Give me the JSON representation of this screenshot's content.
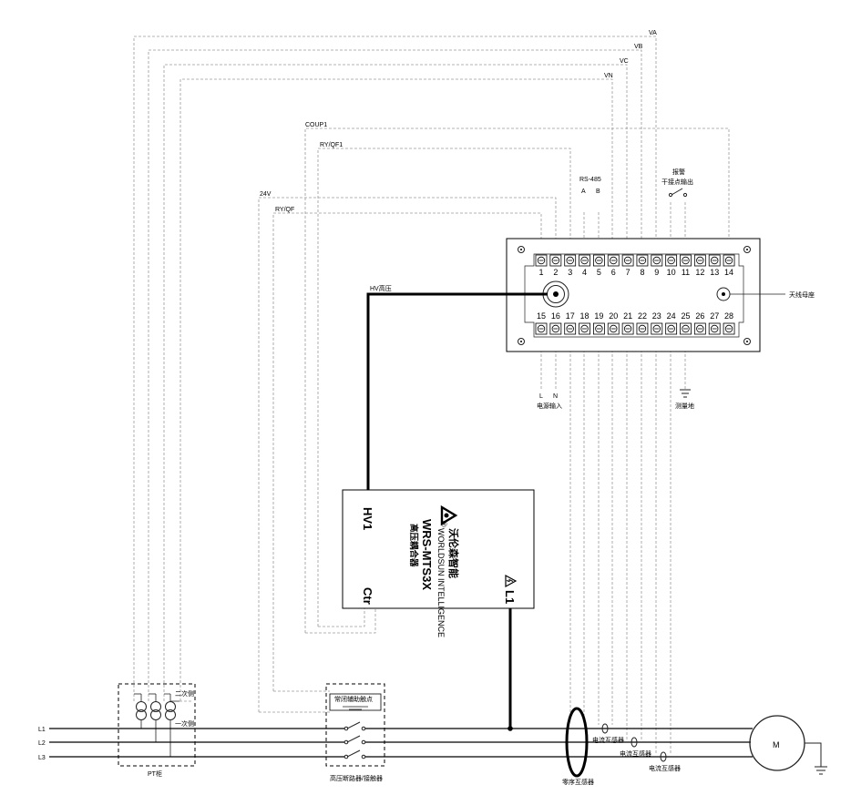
{
  "wires": {
    "va": "VA",
    "vb": "VB",
    "vc": "VC",
    "vn": "VN",
    "coup1": "COUP1",
    "ryqf1": "RY/QF1",
    "v24": "24V",
    "ryqf": "RY/QF",
    "hv": "HV高压"
  },
  "labels": {
    "rs485": "RS-485",
    "a": "A",
    "b": "B",
    "alarm_line1": "报警",
    "alarm_line2": "干接点输出",
    "antenna": "天线母座",
    "l": "L",
    "n": "N",
    "power_input": "电源输入",
    "ground": "测量地"
  },
  "terminals_top": [
    "1",
    "2",
    "3",
    "4",
    "5",
    "6",
    "7",
    "8",
    "9",
    "10",
    "11",
    "12",
    "13",
    "14"
  ],
  "terminals_bottom": [
    "15",
    "16",
    "17",
    "18",
    "19",
    "20",
    "21",
    "22",
    "23",
    "24",
    "25",
    "26",
    "27",
    "28"
  ],
  "device": {
    "hv1": "HV1",
    "ctr": "Ctr",
    "l1": "L1",
    "brand": "沃伦森智能",
    "brand_en": "WORLDSUN INTELLIGENCE",
    "model": "WRS-MTS3X",
    "name": "高压耦合器",
    "reg": "®"
  },
  "pt": {
    "secondary": "二次侧",
    "primary": "一次侧",
    "label": "PT柜"
  },
  "breaker": {
    "aux": "常闭辅助触点",
    "label": "高压断路器/接触器"
  },
  "lines": {
    "l1": "L1",
    "l2": "L2",
    "l3": "L3"
  },
  "ct": {
    "ct1": "电流互感器",
    "ct2": "电流互感器",
    "ct3": "电流互感器",
    "zero": "零序互感器"
  },
  "motor": "M"
}
